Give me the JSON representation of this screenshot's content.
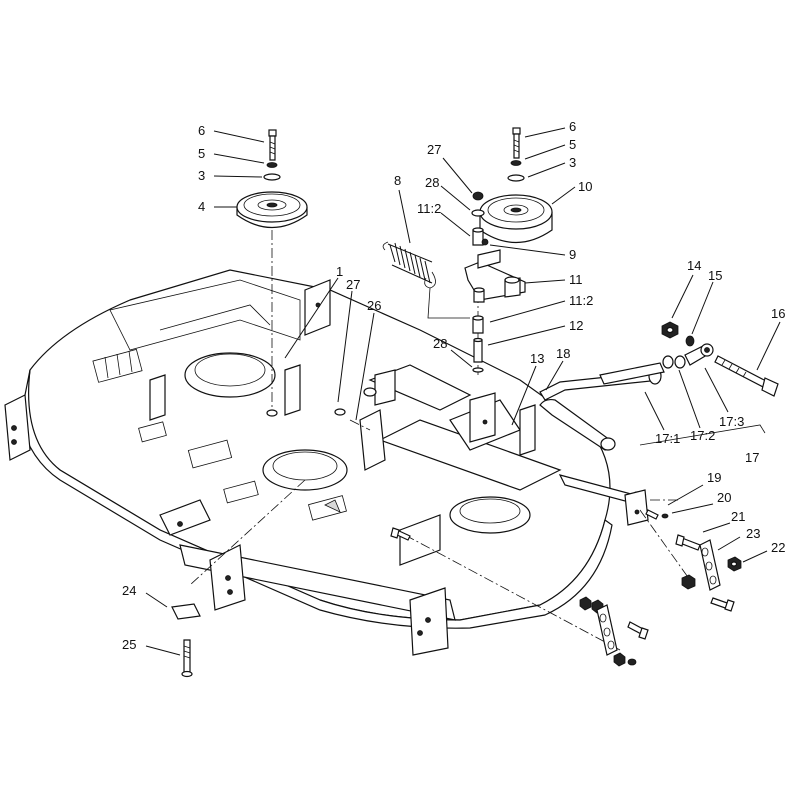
{
  "callouts": [
    {
      "id": "c6a",
      "text": "6"
    },
    {
      "id": "c5a",
      "text": "5"
    },
    {
      "id": "c3a",
      "text": "3"
    },
    {
      "id": "c4",
      "text": "4"
    },
    {
      "id": "c6b",
      "text": "6"
    },
    {
      "id": "c5b",
      "text": "5"
    },
    {
      "id": "c3b",
      "text": "3"
    },
    {
      "id": "c10",
      "text": "10"
    },
    {
      "id": "c27a",
      "text": "27"
    },
    {
      "id": "c28a",
      "text": "28"
    },
    {
      "id": "c8",
      "text": "8"
    },
    {
      "id": "c11_2a",
      "text": "11:2"
    },
    {
      "id": "c9",
      "text": "9"
    },
    {
      "id": "c11",
      "text": "11"
    },
    {
      "id": "c11_2b",
      "text": "11:2"
    },
    {
      "id": "c12",
      "text": "12"
    },
    {
      "id": "c28b",
      "text": "28"
    },
    {
      "id": "c1",
      "text": "1"
    },
    {
      "id": "c27b",
      "text": "27"
    },
    {
      "id": "c26",
      "text": "26"
    },
    {
      "id": "c14",
      "text": "14"
    },
    {
      "id": "c15",
      "text": "15"
    },
    {
      "id": "c16",
      "text": "16"
    },
    {
      "id": "c13",
      "text": "13"
    },
    {
      "id": "c18",
      "text": "18"
    },
    {
      "id": "c17_1",
      "text": "17:1"
    },
    {
      "id": "c17_2",
      "text": "17:2"
    },
    {
      "id": "c17_3",
      "text": "17:3"
    },
    {
      "id": "c17",
      "text": "17"
    },
    {
      "id": "c19",
      "text": "19"
    },
    {
      "id": "c20",
      "text": "20"
    },
    {
      "id": "c21",
      "text": "21"
    },
    {
      "id": "c23",
      "text": "23"
    },
    {
      "id": "c22",
      "text": "22"
    },
    {
      "id": "c24",
      "text": "24"
    },
    {
      "id": "c25",
      "text": "25"
    }
  ]
}
